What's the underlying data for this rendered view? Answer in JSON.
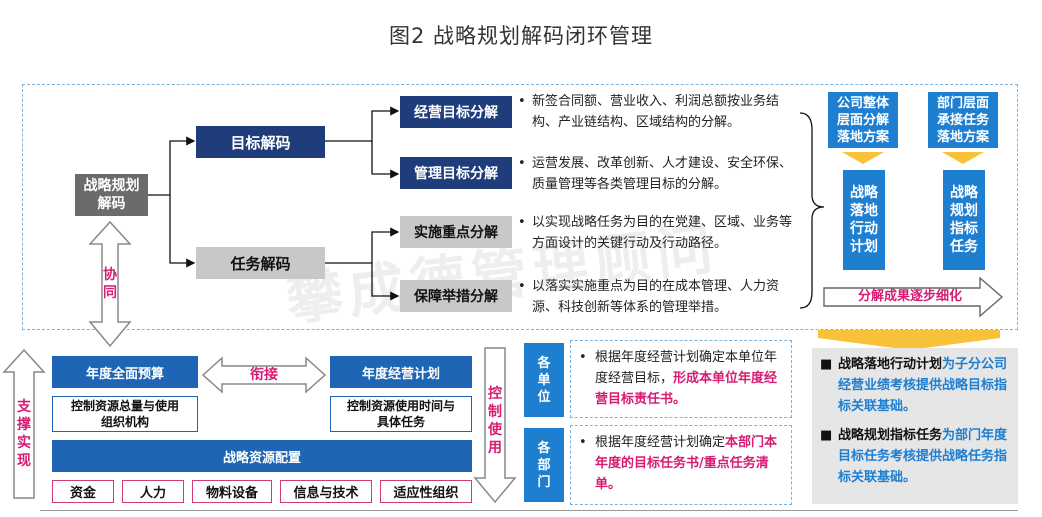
{
  "title": "图2 战略规划解码闭环管理",
  "watermark": "攀成德管理顾问",
  "top": {
    "root": "战略规划\n解码",
    "level1": [
      {
        "label": "目标解码"
      },
      {
        "label": "任务解码"
      }
    ],
    "level2": [
      {
        "label": "经营目标分解",
        "desc": "新签合同额、营业收入、利润总额按业务结构、产业链结构、区域结构的分解。"
      },
      {
        "label": "管理目标分解",
        "desc": "运营发展、改革创新、人才建设、安全环保、质量管理等各类管理目标的分解。"
      },
      {
        "label": "实施重点分解",
        "desc": "以实现战略任务为目的在党建、区域、业务等方面设计的关键行动及行动路径。"
      },
      {
        "label": "保障举措分解",
        "desc": "以落实实施重点为目的在成本管理、人力资源、科技创新等体系的管理举措。"
      }
    ],
    "right_headers": [
      "公司整体\n层面分解\n落地方案",
      "部门层面\n承接任务\n落地方案"
    ],
    "right_columns": [
      "战略\n落地\n行动\n计划",
      "战略\n规划\n指标\n任务"
    ],
    "progress_label": "分解成果逐步细化",
    "bullet": "•"
  },
  "coop": "协\n同",
  "bottom": {
    "support": "支\n撑\n实\n现",
    "budget": "年度全面预算",
    "connect": "衔接",
    "plan": "年度经营计划",
    "budget_sub": "控制资源总量与使用\n组织机构",
    "plan_sub": "控制资源使用时间与\n具体任务",
    "config": "战略资源配置",
    "resources": [
      "资金",
      "人力",
      "物料设备",
      "信息与技术",
      "适应性组织"
    ],
    "control": "控\n制\n使\n用",
    "units": [
      {
        "label": "各\n单\n位",
        "text_plain": "根据年度经营计划确定本单位年度经营目标，",
        "text_hl": "形成本单位年度经营目标责任书。"
      },
      {
        "label": "各\n部\n门",
        "text_plain": "根据年度经营计划确定",
        "text_hl": "本部门本年度的目标任务书/重点任务清单。"
      }
    ],
    "notes": [
      {
        "plain": "战略落地行动计划",
        "hl": "为子分公司经营业绩考核提供战略目标指标关联基础。"
      },
      {
        "plain": "战略规划指标任务",
        "hl": "为部门年度目标任务考核提供战略任务指标关联基础。"
      }
    ],
    "square": "■"
  },
  "colors": {
    "navy": "#1f3d7a",
    "blue": "#1e7fd1",
    "gray": "#c8c8c8",
    "pink": "#d61c73",
    "gold": "#f7c23a"
  }
}
